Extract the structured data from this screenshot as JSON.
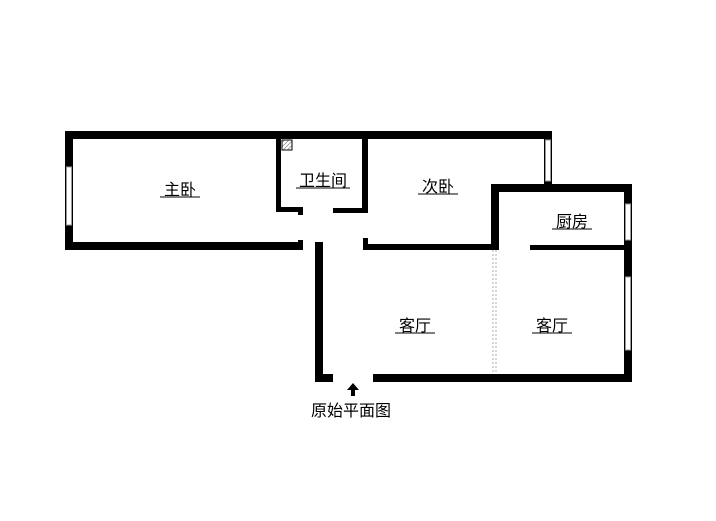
{
  "rooms": {
    "master_bedroom": "主卧",
    "bathroom": "卫生间",
    "second_bedroom": "次卧",
    "kitchen": "厨房",
    "living_room_left": "客厅",
    "living_room_right": "客厅"
  },
  "caption": "原始平面图",
  "colors": {
    "wall": "#000000",
    "window": "#9a9a9a",
    "background": "#ffffff"
  }
}
